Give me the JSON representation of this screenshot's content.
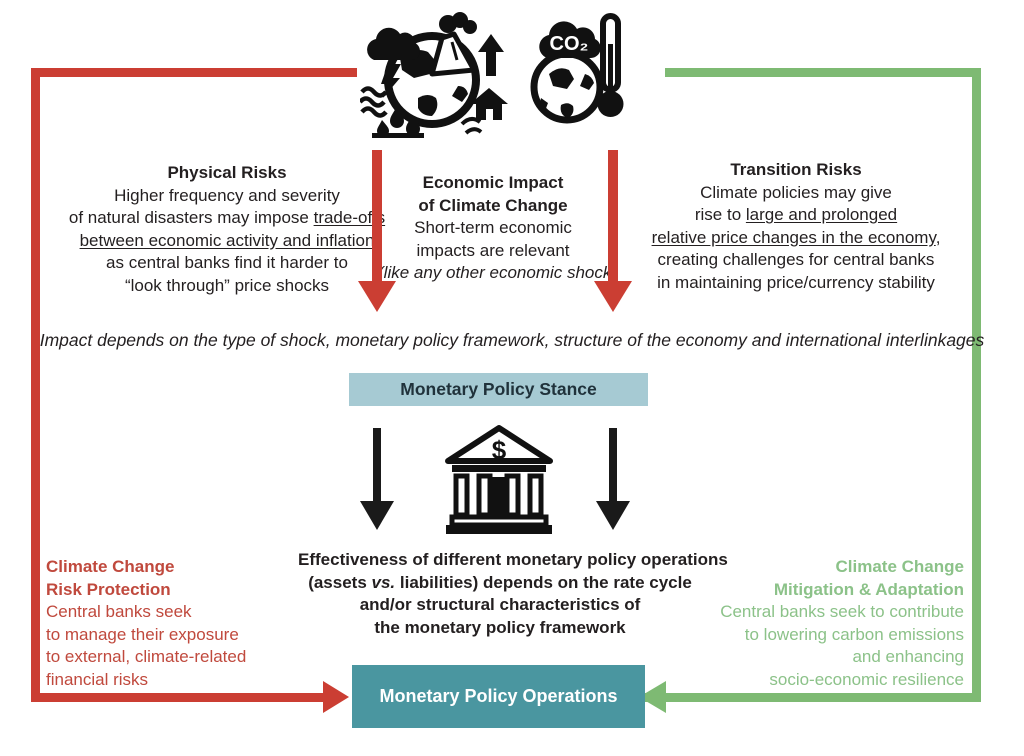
{
  "palette": {
    "red_arrow": "#cb3e33",
    "green_arrow": "#7eba73",
    "red_text": "#c0493d",
    "green_text": "#8cc289",
    "stance_box_bg": "#a6cad3",
    "operations_box_bg": "#4a96a0",
    "text_dark": "#231f20"
  },
  "icons": {
    "left": "natural-disasters-globe-icon",
    "right": "co2-warming-thermometer-globe-icon",
    "center": "central-bank-building-icon",
    "co2_label": "CO₂",
    "bank_dollar": "$"
  },
  "risk_columns": {
    "physical": {
      "title": "Physical Risks",
      "line1": "Higher frequency and severity",
      "line2_pre": "of natural disasters may impose ",
      "line2_underline": "trade-offs",
      "line3_underline": "between economic activity and inflation",
      "line4": "as central banks find it harder to",
      "line5": "“look through” price shocks"
    },
    "economic": {
      "title_line1": "Economic Impact",
      "title_line2": "of Climate Change",
      "line1": "Short-term economic",
      "line2": "impacts are relevant",
      "line3_italic": "(like any other economic shock)"
    },
    "transition": {
      "title": "Transition Risks",
      "line1": "Climate policies may give",
      "line2_pre": "rise to ",
      "line2_underline": "large and prolonged",
      "line3_underline": "relative price changes in the economy",
      "line3_post": ",",
      "line4": "creating challenges for central banks",
      "line5": "in maintaining price/currency stability"
    }
  },
  "impact_note": "Impact depends on the type of shock, monetary policy framework, structure of the economy and international interlinkages",
  "stance_box": {
    "label": "Monetary Policy Stance"
  },
  "effectiveness": {
    "line1": "Effectiveness of different monetary policy operations",
    "line2_pre": "(assets ",
    "line2_italic": "vs.",
    "line2_post": " liabilities) depends on the rate cycle",
    "line3": "and/or structural characteristics of",
    "line4": "the monetary policy framework"
  },
  "left_note": {
    "title_line1": "Climate Change",
    "title_line2": "Risk Protection",
    "line1": "Central banks seek",
    "line2": "to manage their exposure",
    "line3": "to external, climate-related",
    "line4": "financial risks"
  },
  "right_note": {
    "title_line1": "Climate Change",
    "title_line2": "Mitigation & Adaptation",
    "line1": "Central banks seek to contribute",
    "line2": "to lowering carbon emissions",
    "line3": "and enhancing",
    "line4": "socio-economic resilience"
  },
  "operations_box": {
    "label": "Monetary Policy Operations"
  }
}
